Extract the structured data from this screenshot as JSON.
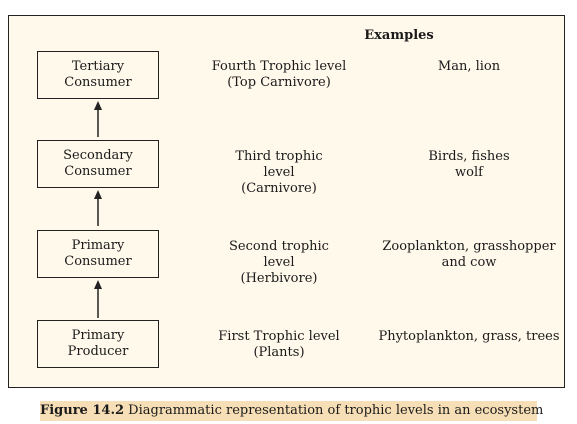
{
  "header": {
    "examples_label": "Examples"
  },
  "levels": [
    {
      "box": [
        "Tertiary",
        "Consumer"
      ],
      "desc": [
        "Fourth Trophic level",
        "(Top Carnivore)"
      ],
      "examples": [
        "Man, lion"
      ]
    },
    {
      "box": [
        "Secondary",
        "Consumer"
      ],
      "desc": [
        "Third trophic",
        "level",
        "(Carnivore)"
      ],
      "examples": [
        "Birds, fishes",
        "wolf"
      ]
    },
    {
      "box": [
        "Primary",
        "Consumer"
      ],
      "desc": [
        "Second trophic",
        "level",
        "(Herbivore)"
      ],
      "examples": [
        "Zooplankton, grasshopper",
        "and cow"
      ]
    },
    {
      "box": [
        "Primary",
        "Producer"
      ],
      "desc": [
        "First Trophic level",
        "(Plants)"
      ],
      "examples": [
        "Phytoplankton, grass, trees"
      ]
    }
  ],
  "caption": {
    "label": "Figure 14.2",
    "text": " Diagrammatic representation of trophic levels in an ecosystem"
  },
  "colors": {
    "panel_background": "#fff9ec",
    "caption_background": "#f6dfb6",
    "ink": "#1a1a1a"
  }
}
